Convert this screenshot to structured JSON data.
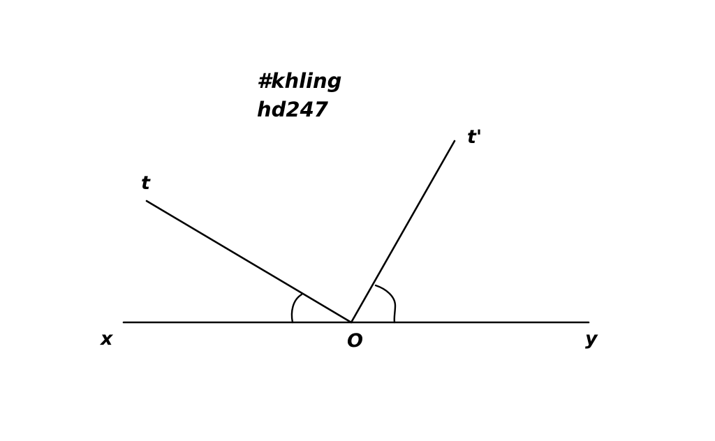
{
  "note": {
    "line1": "#khling",
    "line2": "hd247"
  },
  "labels": {
    "x": "x",
    "y": "y",
    "o": "O",
    "t": "t",
    "t_prime": "t'"
  },
  "colors": {
    "stroke": "#000000",
    "background": "#ffffff"
  }
}
